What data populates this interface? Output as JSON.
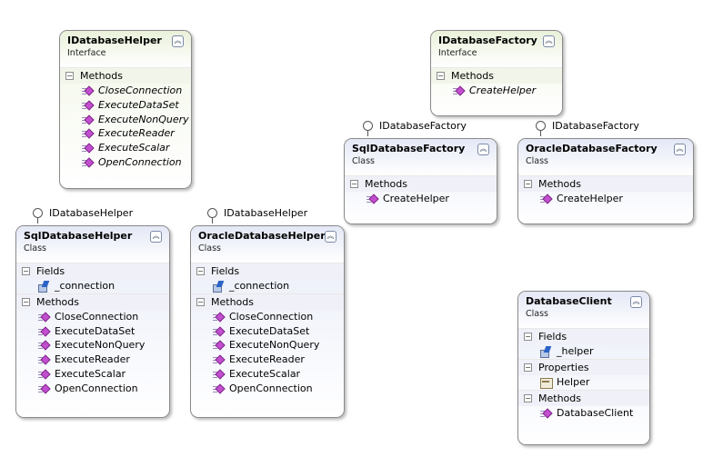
{
  "boxes": [
    {
      "id": "idatabasehelper",
      "title": "IDatabaseHelper",
      "kind": "Interface",
      "sections": [
        {
          "label": "Methods",
          "members": [
            "CloseConnection",
            "ExecuteDataSet",
            "ExecuteNonQuery",
            "ExecuteReader",
            "ExecuteScalar",
            "OpenConnection"
          ]
        }
      ]
    },
    {
      "id": "idatabasefactory",
      "title": "IDatabaseFactory",
      "kind": "Interface",
      "sections": [
        {
          "label": "Methods",
          "members": [
            "CreateHelper"
          ]
        }
      ]
    },
    {
      "id": "sqldatabasefactory",
      "title": "SqlDatabaseFactory",
      "kind": "Class",
      "sections": [
        {
          "label": "Methods",
          "members": [
            "CreateHelper"
          ]
        }
      ]
    },
    {
      "id": "oracledatabasefactory",
      "title": "OracleDatabaseFactory",
      "kind": "Class",
      "sections": [
        {
          "label": "Methods",
          "members": [
            "CreateHelper"
          ]
        }
      ]
    },
    {
      "id": "sqldatabasehelper",
      "title": "SqlDatabaseHelper",
      "kind": "Class",
      "sections": [
        {
          "label": "Fields",
          "members": [
            "_connection"
          ]
        },
        {
          "label": "Methods",
          "members": [
            "CloseConnection",
            "ExecuteDataSet",
            "ExecuteNonQuery",
            "ExecuteReader",
            "ExecuteScalar",
            "OpenConnection"
          ]
        }
      ]
    },
    {
      "id": "oracledatabasehelper",
      "title": "OracleDatabaseHelper",
      "kind": "Class",
      "sections": [
        {
          "label": "Fields",
          "members": [
            "_connection"
          ]
        },
        {
          "label": "Methods",
          "members": [
            "CloseConnection",
            "ExecuteDataSet",
            "ExecuteNonQuery",
            "ExecuteReader",
            "ExecuteScalar",
            "OpenConnection"
          ]
        }
      ]
    },
    {
      "id": "databaseclient",
      "title": "DatabaseClient",
      "kind": "Class",
      "sections": [
        {
          "label": "Fields",
          "members": [
            "_helper"
          ]
        },
        {
          "label": "Properties",
          "members": [
            "Helper"
          ]
        },
        {
          "label": "Methods",
          "members": [
            "DatabaseClient"
          ]
        }
      ]
    }
  ],
  "lollipops": [
    {
      "id": "sqlfactory-lolli",
      "label": "IDatabaseFactory"
    },
    {
      "id": "oraclefactory-lolli",
      "label": "IDatabaseFactory"
    },
    {
      "id": "sqlhelper-lolli",
      "label": "IDatabaseHelper"
    },
    {
      "id": "oraclehelper-lolli",
      "label": "IDatabaseHelper"
    }
  ],
  "icons": {
    "collapse": "double-chevron-up-icon",
    "section": "minus-icon",
    "method": "method-icon",
    "field": "field-icon",
    "property": "property-icon",
    "lollipop": "interface-lollipop-icon"
  }
}
